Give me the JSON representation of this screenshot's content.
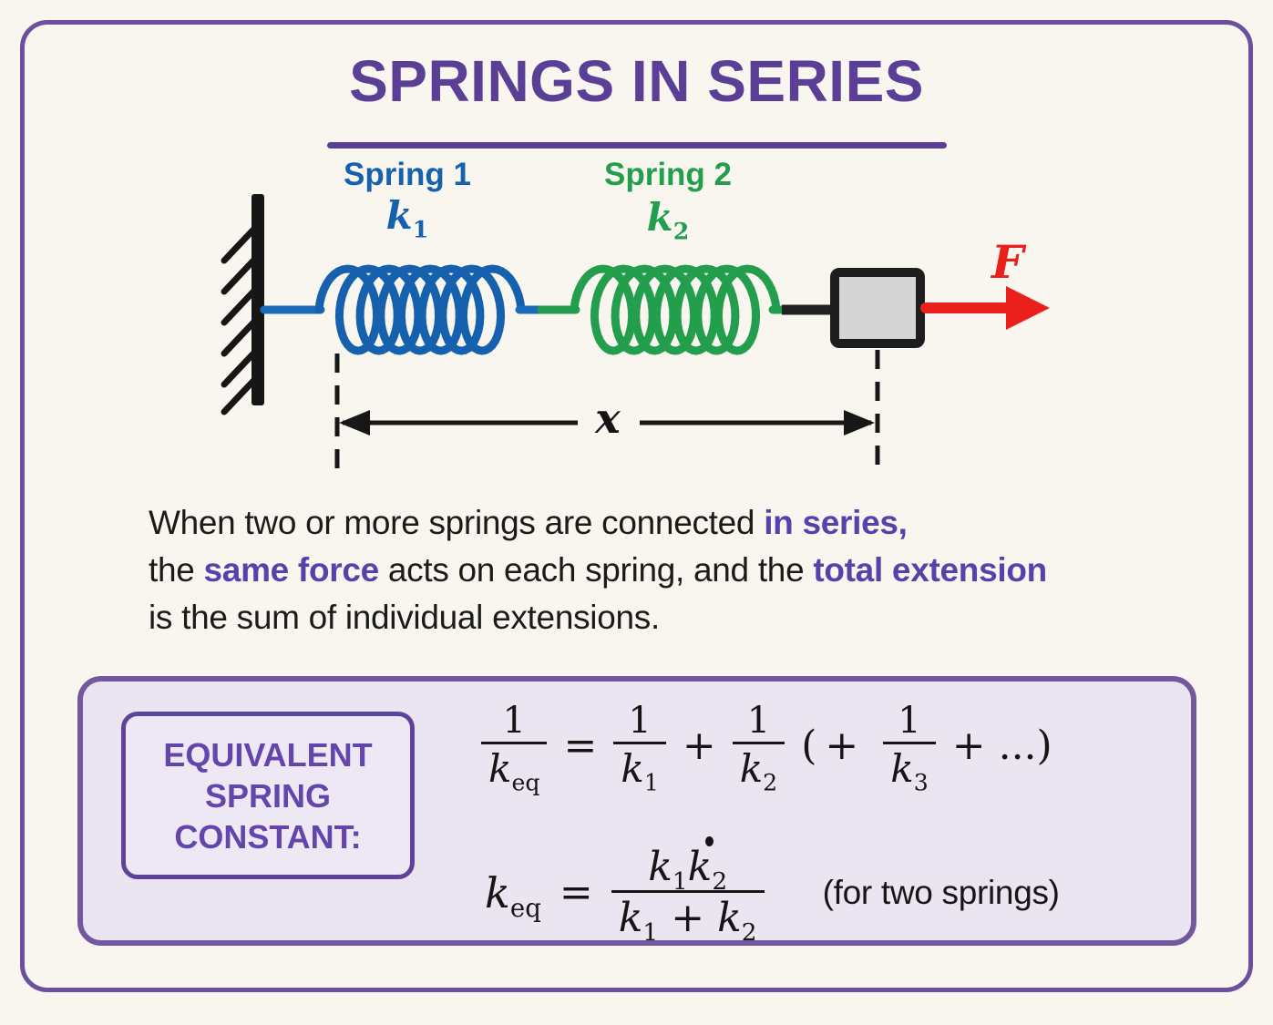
{
  "title": {
    "text": "SPRINGS IN SERIES"
  },
  "colors": {
    "title_purple": "#5b3e96",
    "accent_purple": "#5742ab",
    "panel_border_purple": "#74589e",
    "panel_fill_lavender": "#ebe4f1",
    "spring1_blue": "#1661ae",
    "spring2_green": "#229e4d",
    "force_red": "#e9201b",
    "ink_black": "#1b1b1b",
    "background": "#f9f6f0",
    "block_gray": "#d5d5d5"
  },
  "diagram": {
    "spring1_label": "Spring 1",
    "spring1_k_base": "k",
    "spring1_k_sub": "1",
    "spring2_label": "Spring 2",
    "spring2_k_base": "k",
    "spring2_k_sub": "2",
    "force_label": "F",
    "extension_label": "x"
  },
  "description": {
    "line1": [
      {
        "text": "When two or more springs are connected ",
        "accent": false
      },
      {
        "text": "in series,",
        "accent": true
      }
    ],
    "line2": [
      {
        "text": "the ",
        "accent": false
      },
      {
        "text": "same force",
        "accent": true
      },
      {
        "text": " acts on each spring, and the ",
        "accent": false
      },
      {
        "text": "total extension",
        "accent": true
      }
    ],
    "line3": [
      {
        "text": "is the sum of individual extensions.",
        "accent": false
      }
    ]
  },
  "formula_panel": {
    "label_lines": [
      "EQUIVALENT",
      "SPRING",
      "CONSTANT:"
    ],
    "reciprocal": {
      "lhs_num": "1",
      "lhs_den_base": "k",
      "lhs_den_sub": "eq",
      "equals": "=",
      "t1_num": "1",
      "t1_den_base": "k",
      "t1_den_sub": "1",
      "plus": "+",
      "t2_num": "1",
      "t2_den_base": "k",
      "t2_den_sub": "2",
      "paren_open": "(+",
      "t3_num": "1",
      "t3_den_base": "k",
      "t3_den_sub": "3",
      "paren_close": "+ ...)"
    },
    "product": {
      "lhs_base": "k",
      "lhs_sub": "eq",
      "equals": "=",
      "num_k1_base": "k",
      "num_k1_sub": "1",
      "num_k2_base": "k",
      "num_k2_sub": "2",
      "den_k1_base": "k",
      "den_k1_sub": "1",
      "den_plus": "+",
      "den_k2_base": "k",
      "den_k2_sub": "2",
      "note": "(for two springs)"
    }
  }
}
